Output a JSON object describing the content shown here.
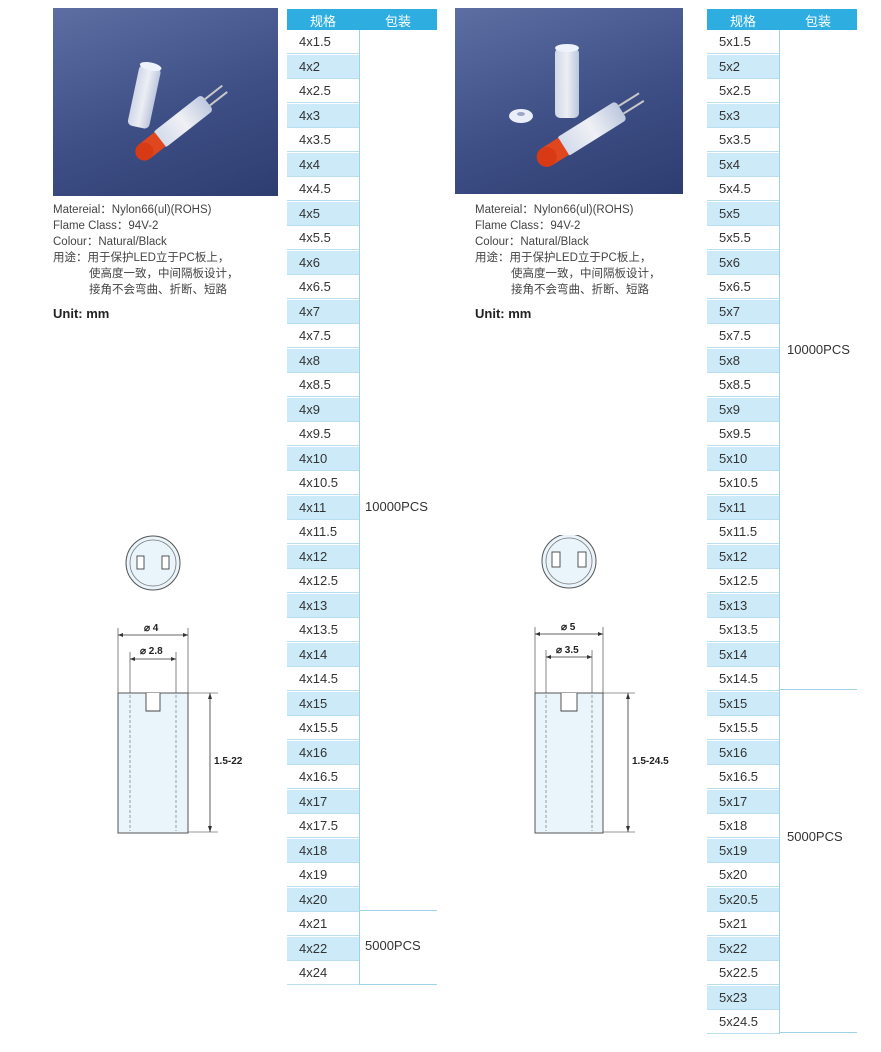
{
  "left_panel": {
    "specs": {
      "material": "Matereial：Nylon66(ul)(ROHS)",
      "flame": "Flame Class：94V-2",
      "colour": "Colour：Natural/Black",
      "usage_1": "用途：用于保护LED立于PC板上，",
      "usage_2": "使高度一致，中间隔板设计，",
      "usage_3": "接角不会弯曲、折断、短路"
    },
    "unit": "Unit:   mm",
    "drawing": {
      "outer_dia": "⌀ 4",
      "inner_dia": "⌀ 2.8",
      "height": "1.5-22"
    }
  },
  "right_panel": {
    "specs": {
      "material": "Matereial：Nylon66(ul)(ROHS)",
      "flame": "Flame Class：94V-2",
      "colour": "Colour：Natural/Black",
      "usage_1": "用途：用于保护LED立于PC板上，",
      "usage_2": "使高度一致，中间隔板设计，",
      "usage_3": "接角不会弯曲、折断、短路"
    },
    "unit": "Unit:   mm",
    "drawing": {
      "outer_dia": "⌀ 5",
      "inner_dia": "⌀ 3.5",
      "height": "1.5-24.5"
    }
  },
  "table_left": {
    "header": {
      "spec": "规格",
      "pack": "包装"
    },
    "rows": [
      "4x1.5",
      "4x2",
      "4x2.5",
      "4x3",
      "4x3.5",
      "4x4",
      "4x4.5",
      "4x5",
      "4x5.5",
      "4x6",
      "4x6.5",
      "4x7",
      "4x7.5",
      "4x8",
      "4x8.5",
      "4x9",
      "4x9.5",
      "4x10",
      "4x10.5",
      "4x11",
      "4x11.5",
      "4x12",
      "4x12.5",
      "4x13",
      "4x13.5",
      "4x14",
      "4x14.5",
      "4x15",
      "4x15.5",
      "4x16",
      "4x16.5",
      "4x17",
      "4x17.5",
      "4x18",
      "4x19",
      "4x20",
      "4x21",
      "4x22",
      "4x24"
    ],
    "pack_1": "10000PCS",
    "pack_2": "5000PCS"
  },
  "table_right": {
    "header": {
      "spec": "规格",
      "pack": "包装"
    },
    "rows": [
      "5x1.5",
      "5x2",
      "5x2.5",
      "5x3",
      "5x3.5",
      "5x4",
      "5x4.5",
      "5x5",
      "5x5.5",
      "5x6",
      "5x6.5",
      "5x7",
      "5x7.5",
      "5x8",
      "5x8.5",
      "5x9",
      "5x9.5",
      "5x10",
      "5x10.5",
      "5x11",
      "5x11.5",
      "5x12",
      "5x12.5",
      "5x13",
      "5x13.5",
      "5x14",
      "5x14.5",
      "5x15",
      "5x15.5",
      "5x16",
      "5x16.5",
      "5x17",
      "5x18",
      "5x19",
      "5x20",
      "5x20.5",
      "5x21",
      "5x22",
      "5x22.5",
      "5x23",
      "5x24.5"
    ],
    "pack_1": "10000PCS",
    "pack_2": "5000PCS"
  }
}
